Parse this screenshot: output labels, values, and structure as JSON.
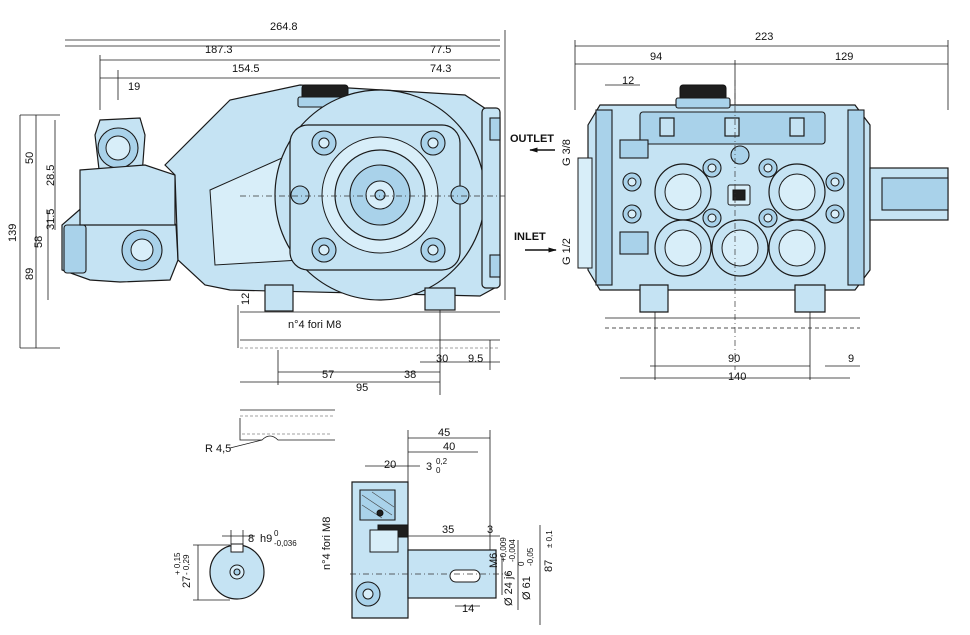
{
  "side_view": {
    "dims": {
      "overall": "264.8",
      "d_187": "187.3",
      "d_77": "77.5",
      "d_154": "154.5",
      "d_74": "74.3",
      "d_19": "19",
      "d_139": "139",
      "d_50": "50",
      "d_58": "58",
      "d_89": "89",
      "d_28": "28.5",
      "d_31": "31.5",
      "d_12": "12",
      "d_57": "57",
      "d_95": "95",
      "d_38": "38",
      "d_30": "30",
      "d_9_5": "9.5"
    },
    "holes_note": "n°4 fori M8"
  },
  "front_view": {
    "dims": {
      "overall": "223",
      "d_94": "94",
      "d_129": "129",
      "d_12": "12",
      "d_90": "90",
      "d_9": "9",
      "d_140": "140"
    },
    "outlet_label": "OUTLET",
    "outlet_thread": "G 3/8",
    "inlet_label": "INLET",
    "inlet_thread": "G 1/2"
  },
  "foot_detail": {
    "radius": "R 4,5"
  },
  "shaft_section": {
    "dims": {
      "d_8": "8",
      "d_h9": "h9",
      "d_h9_tol_up": "0",
      "d_h9_tol_low": "-0,036",
      "d_27": "27",
      "d_27_tol_up": "+ 0,15",
      "d_27_tol_low": "- 0,29"
    }
  },
  "shaft_detail": {
    "dims": {
      "d_45": "45",
      "d_40": "40",
      "d_20": "20",
      "d_3_top": "3",
      "d_3_tol_up": "0,2",
      "d_3_tol_low": "0",
      "d_35": "35",
      "d_3": "3",
      "d_14": "14",
      "m6": "M6",
      "d_24": "Ø 24 j6",
      "d_24_tol_up": "+0,009",
      "d_24_tol_low": "-0,004",
      "d_61": "Ø 61",
      "d_61_tol_up": "0",
      "d_61_tol_low": "-0,05",
      "d_87": "87",
      "d_87_tol": "± 0,1"
    },
    "holes_note": "n°4 fori M8"
  }
}
